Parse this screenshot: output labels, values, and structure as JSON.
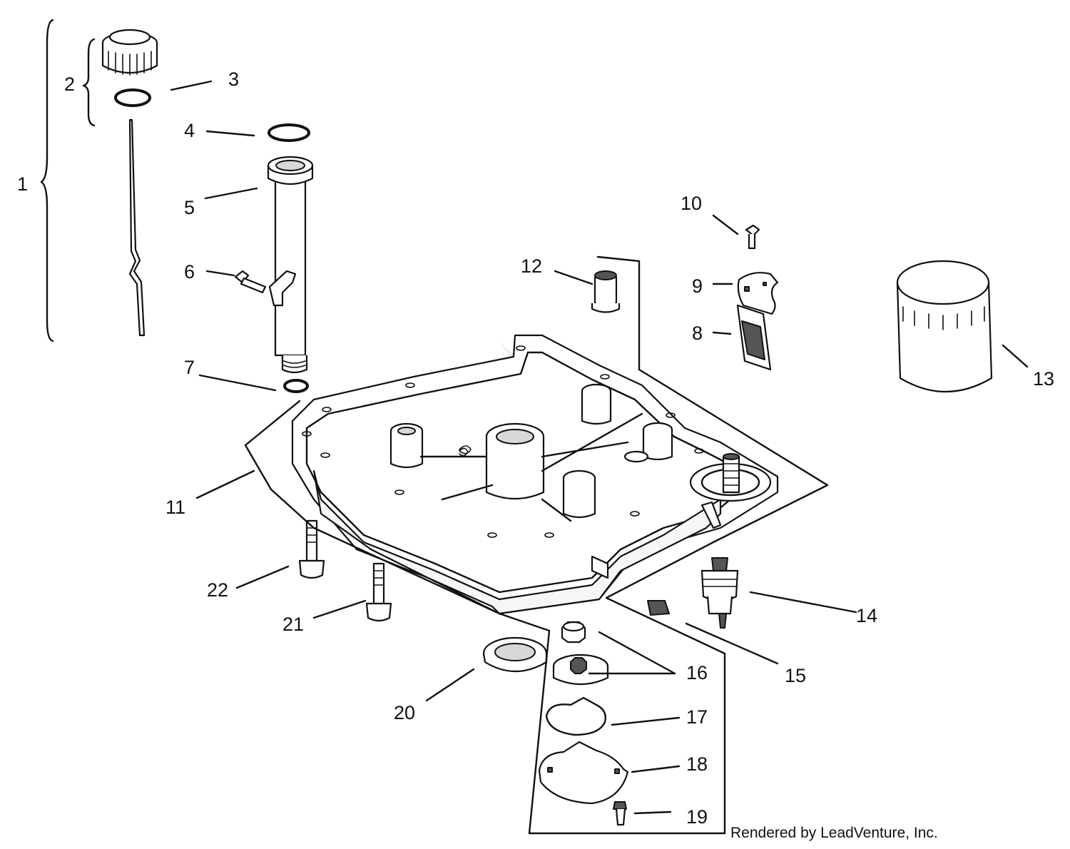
{
  "callouts": [
    {
      "id": "1",
      "text": "1"
    },
    {
      "id": "2",
      "text": "2"
    },
    {
      "id": "3",
      "text": "3"
    },
    {
      "id": "4",
      "text": "4"
    },
    {
      "id": "5",
      "text": "5"
    },
    {
      "id": "6",
      "text": "6"
    },
    {
      "id": "7",
      "text": "7"
    },
    {
      "id": "8",
      "text": "8"
    },
    {
      "id": "9",
      "text": "9"
    },
    {
      "id": "10",
      "text": "10"
    },
    {
      "id": "11",
      "text": "11"
    },
    {
      "id": "12",
      "text": "12"
    },
    {
      "id": "13",
      "text": "13"
    },
    {
      "id": "14",
      "text": "14"
    },
    {
      "id": "15",
      "text": "15"
    },
    {
      "id": "16",
      "text": "16"
    },
    {
      "id": "17",
      "text": "17"
    },
    {
      "id": "18",
      "text": "18"
    },
    {
      "id": "19",
      "text": "19"
    },
    {
      "id": "20",
      "text": "20"
    },
    {
      "id": "21",
      "text": "21"
    },
    {
      "id": "22",
      "text": "22"
    }
  ],
  "credit": "Rendered by LeadVenture, Inc.",
  "colors": {
    "line": "#111111",
    "background": "#ffffff",
    "watermark": "#eeeeee"
  }
}
